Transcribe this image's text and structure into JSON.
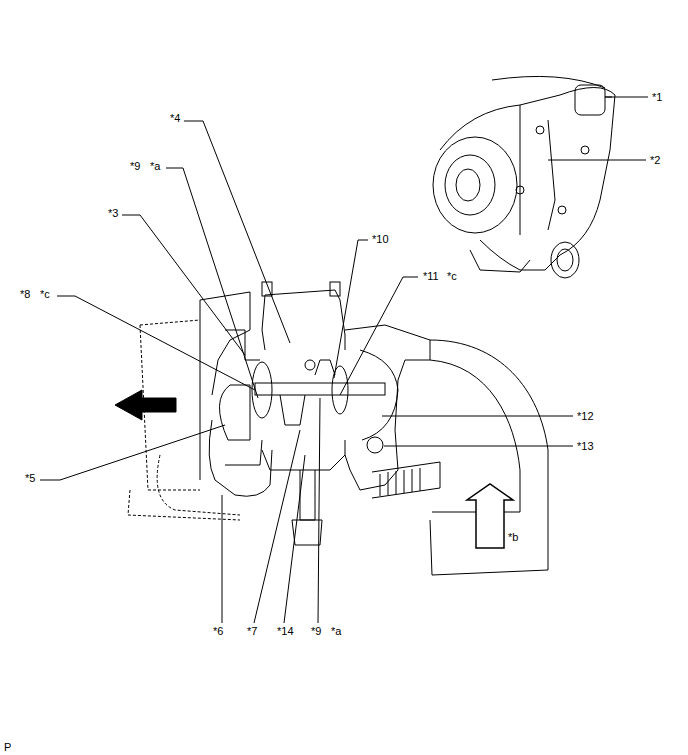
{
  "diagram": {
    "labels": [
      "*1",
      "*2",
      "*4",
      "*9",
      "*a",
      "*3",
      "*10",
      "*8",
      "*c",
      "*11",
      "*c",
      "*12",
      "*13",
      "*5",
      "*b",
      "*6",
      "*7",
      "*14",
      "*9",
      "*a",
      "P"
    ]
  }
}
